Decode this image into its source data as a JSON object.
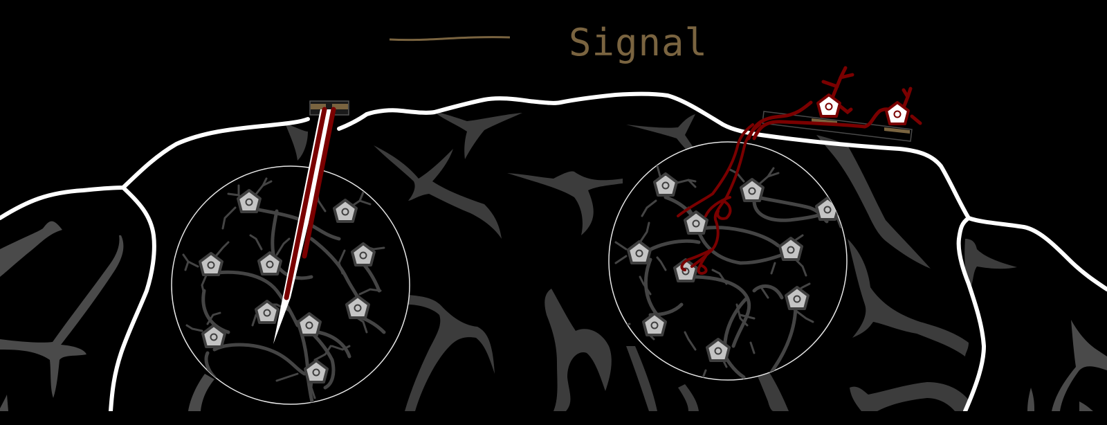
{
  "legend": {
    "label": "Signal",
    "line_color": "#7a6440",
    "text_color": "#7a6440"
  },
  "colors": {
    "background": "#000000",
    "brain_outline": "#ffffff",
    "sulci": "#3c3c3c",
    "neuron_fill": "#c4c4c4",
    "neuron_stroke": "#3f3f3f",
    "dendrite": "#444444",
    "electrode_wire": "#7a0000",
    "electrode_shaft": "#ffffff",
    "contact_pad": "#7a6440",
    "magnifier_ring": "#e6e6e6",
    "array_outline": "#4a4a4a"
  },
  "diagram": {
    "left_panel": {
      "name": "penetrating-electrode",
      "magnifier_center": [
        420,
        412
      ],
      "magnifier_radius": 172,
      "neuron_count": 10
    },
    "right_panel": {
      "name": "surface-array-with-grown-neurons",
      "magnifier_center": [
        1052,
        377
      ],
      "magnifier_radius": 172,
      "neuron_count": 10,
      "surface_neurons": 2
    }
  }
}
